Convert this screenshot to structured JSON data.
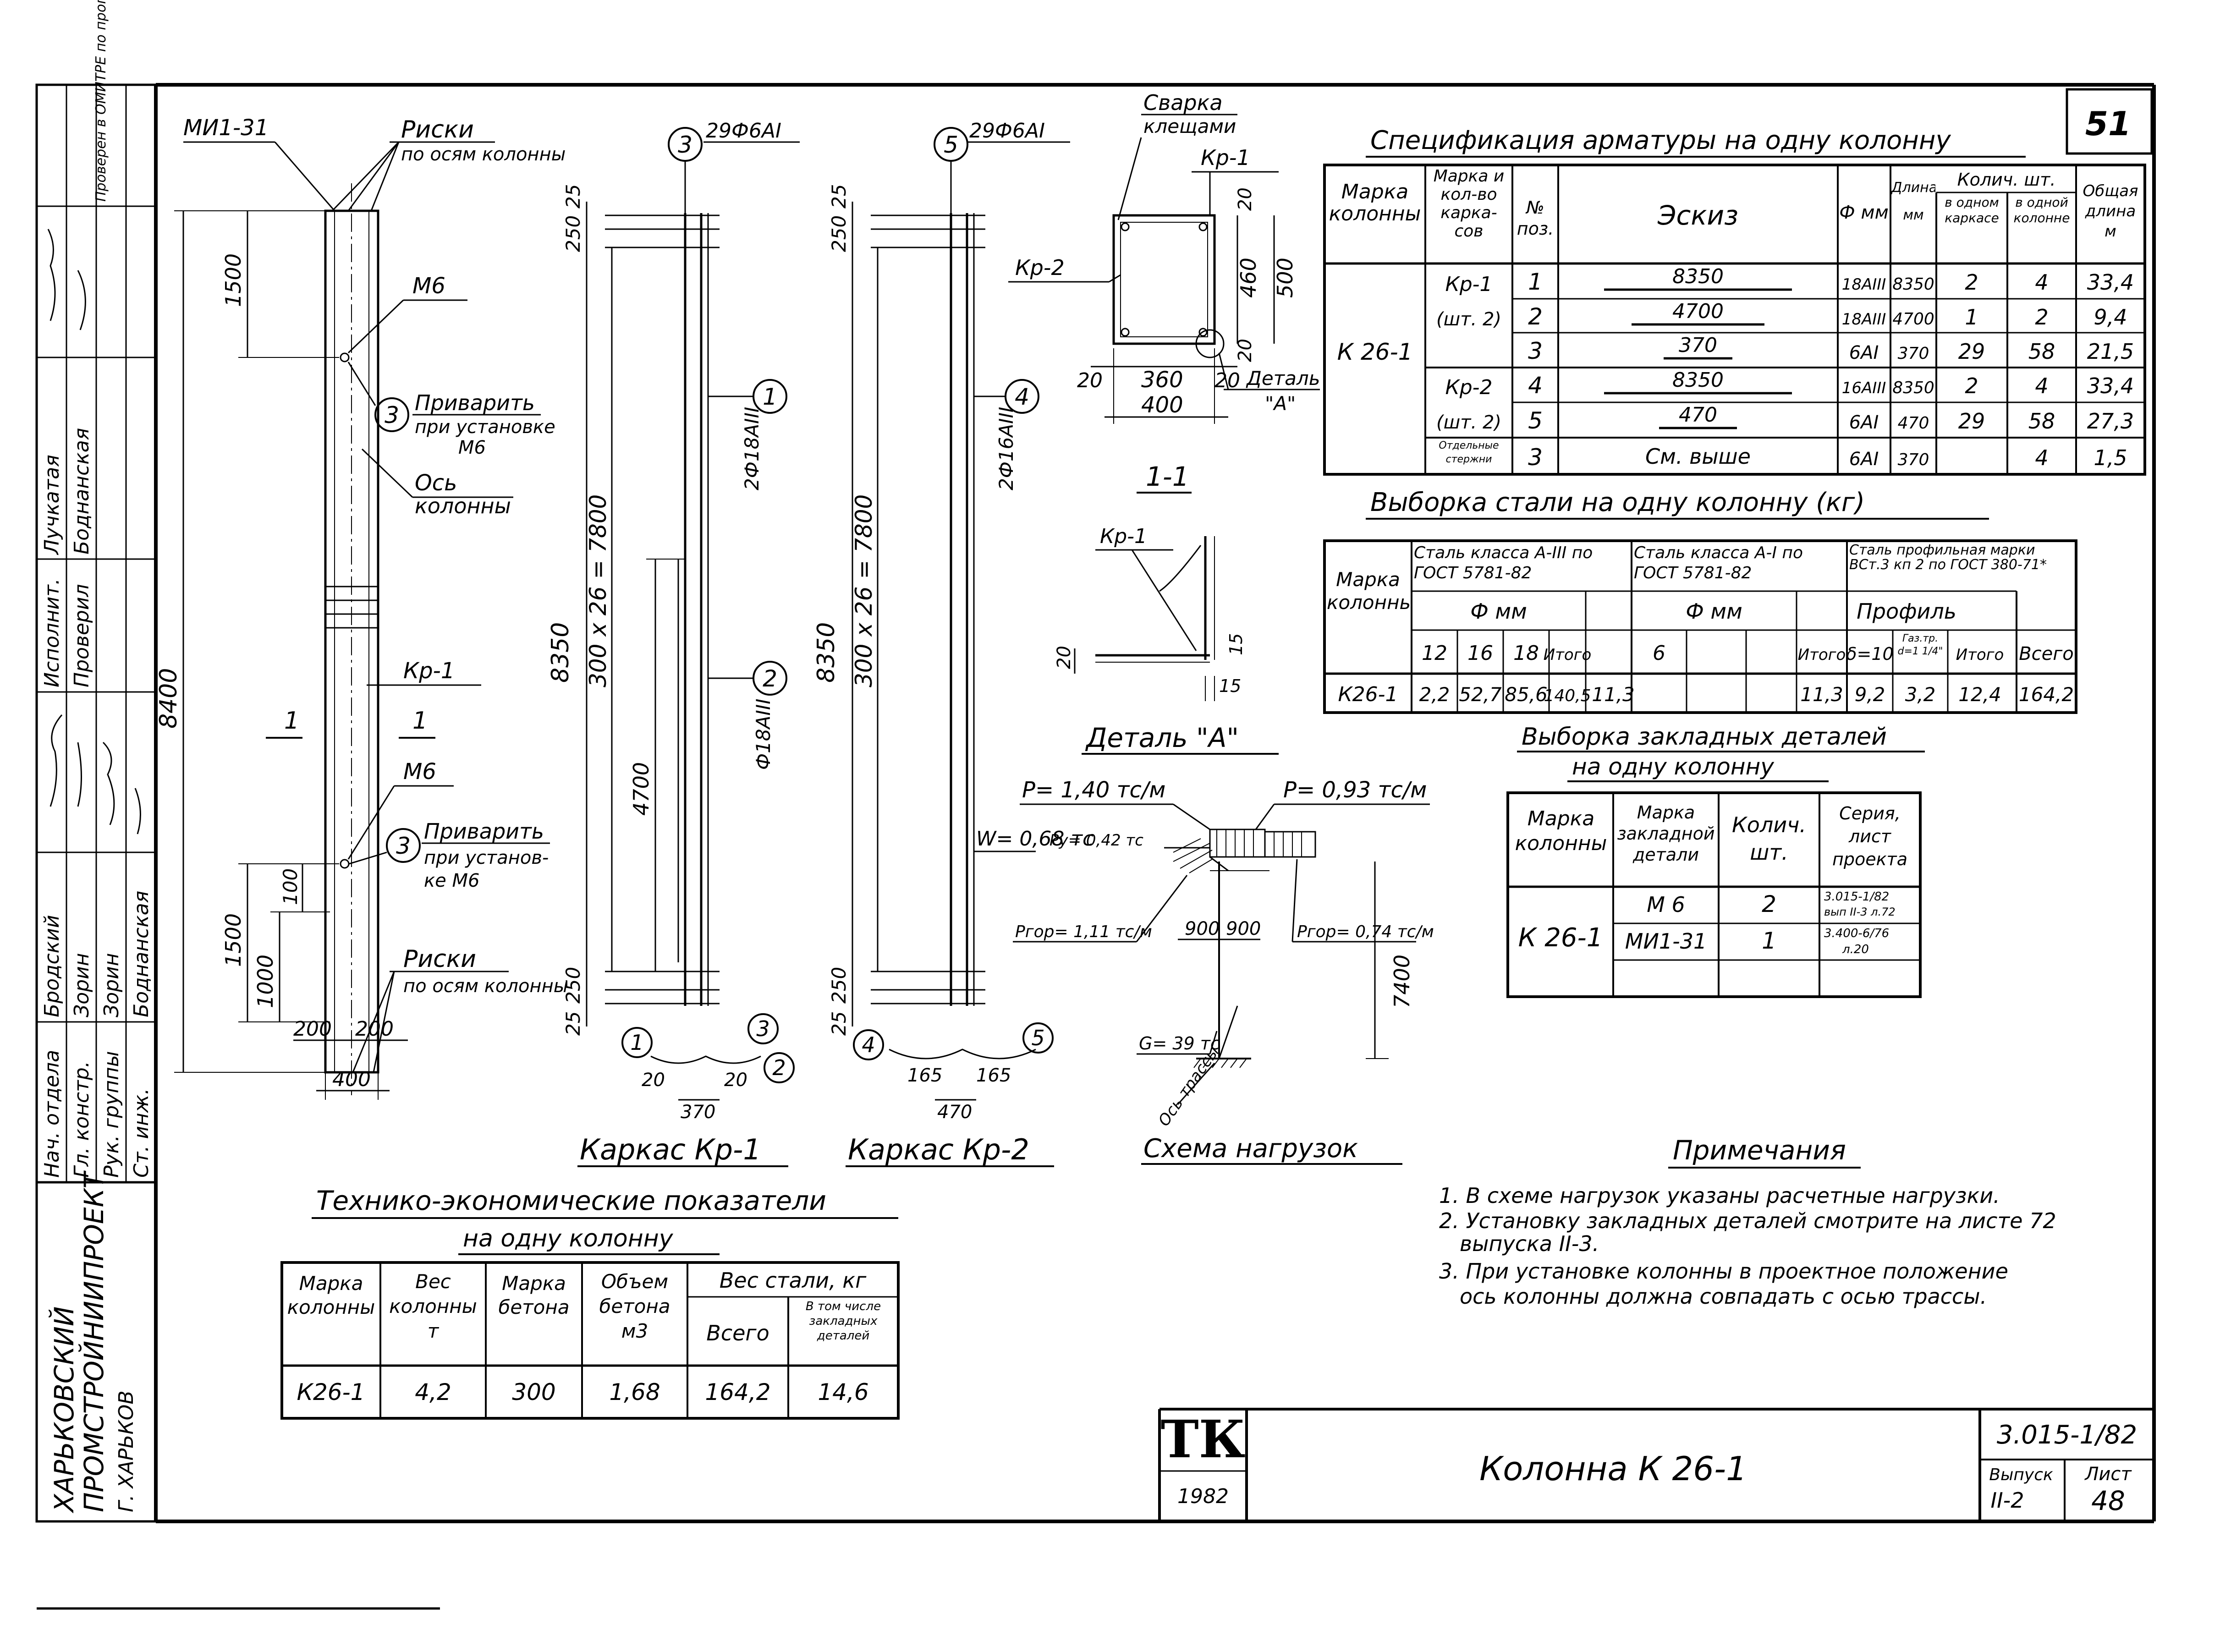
{
  "page_number": "51",
  "side_stamp": {
    "org_line1": "ХАРЬКОВСКИЙ",
    "org_line2": "ПРОМСТРОЙНИИПРОЕКТ",
    "org_line3": "Г. ХАРЬКОВ",
    "roles": [
      "Нач. отдела",
      "Гл. констр.",
      "Рук. группы",
      "Ст. инж."
    ],
    "names": [
      "Бродский",
      "Зорин",
      "Зорин",
      "Боднанская"
    ],
    "executor_label": "Исполнит.",
    "checker_label": "Проверил",
    "executor_name": "Лучкатая",
    "checker_name": "Боднанская",
    "top_note": "Проверен в ОМИТРЕ по программе КВС"
  },
  "elevation": {
    "top_mark": "МИ1-31",
    "riski_title": "Риски",
    "riski_sub": "по осям колонны",
    "m6": "М6",
    "weld_title": "Приварить",
    "weld_sub1": "при установке",
    "weld_sub2": "М6",
    "weld2_sub1": "при установ-",
    "weld2_sub2": "ке М6",
    "axis_title": "Ось",
    "axis_sub": "колонны",
    "kr1": "Кр-1",
    "section_mark": "1",
    "dim_total": "8400",
    "dim_top": "1500",
    "dim_bot1": "1500",
    "dim_bot2": "1000",
    "dim_bot3": "100",
    "dim_w1": "200",
    "dim_w2": "200",
    "dim_w": "400",
    "circle_label": "3"
  },
  "cage1": {
    "mark": "3",
    "bars": "29Ф6АI",
    "bar1": "2Ф18АIII",
    "bar2": "Ф18АIII",
    "pos1": "1",
    "pos2": "2",
    "pos3": "3",
    "dim_top": "250",
    "dim_25a": "25",
    "dim_mid": "300 х 26 = 7800",
    "dim_total": "8350",
    "dim_4700": "4700",
    "dim_bot": "250",
    "dim_25b": "25",
    "dim_20a": "20",
    "dim_20b": "20",
    "dim_370": "370",
    "title": "Каркас Кр-1"
  },
  "cage2": {
    "mark": "5",
    "bars": "29Ф6АI",
    "bar1": "2Ф16АIII",
    "pos4": "4",
    "pos5": "5",
    "dim_top": "250",
    "dim_25a": "25",
    "dim_mid": "300 х 26 = 7800",
    "dim_total": "8350",
    "dim_bot": "250",
    "dim_25b": "25",
    "dim_165a": "165",
    "dim_165b": "165",
    "dim_470": "470",
    "title": "Каркас Кр-2"
  },
  "section11": {
    "weld": "Сварка",
    "weld2": "клещами",
    "kr1": "Кр-1",
    "kr2": "Кр-2",
    "dim_20a": "20",
    "dim_460": "460",
    "dim_500": "500",
    "dim_20b": "20",
    "dim_20c": "20",
    "dim_360": "360",
    "dim_20d": "20",
    "dim_400": "400",
    "detail": "Деталь",
    "detail_a": "\"А\"",
    "title": "1-1"
  },
  "detailA": {
    "kr1": "Кр-1",
    "dim_20": "20",
    "dim_15a": "15",
    "dim_15b": "15",
    "title": "Деталь \"А\""
  },
  "loads": {
    "p1": "Р= 1,40 тс/м",
    "p2": "Р= 0,93 тс/м",
    "w": "W= 0,68 тс",
    "py": "Ру= 0,42 тс",
    "pgor1": "Ргор= 1,11 тс/м",
    "pgor2": "Ргор= 0,74 тс/м",
    "d900a": "900",
    "d900b": "900",
    "d7400": "7400",
    "g": "G= 39 тс",
    "axis": "Ось трассы",
    "title": "Схема нагрузок"
  },
  "spec": {
    "title": "Спецификация арматуры на одну колонну",
    "h_mark": "Марка колонны",
    "h_cage": "Марка и кол-во карка-сов",
    "h_no": "№ поз.",
    "h_sketch": "Эскиз",
    "h_phi": "Ф мм",
    "h_len": "Длина мм",
    "h_qty": "Колич. шт.",
    "h_qty1": "в одном каркасе",
    "h_qty2": "в одной колонне",
    "h_total": "Общая длина м",
    "column": "К 26-1",
    "rows": [
      {
        "cage": "Кр-1",
        "no": "1",
        "sketch": "8350",
        "phi": "18АIII",
        "len": "8350",
        "q1": "2",
        "q2": "4",
        "tot": "33,4"
      },
      {
        "cage": "(шт. 2)",
        "no": "2",
        "sketch": "4700",
        "phi": "18АIII",
        "len": "4700",
        "q1": "1",
        "q2": "2",
        "tot": "9,4"
      },
      {
        "cage": "",
        "no": "3",
        "sketch": "370",
        "phi": "6АI",
        "len": "370",
        "q1": "29",
        "q2": "58",
        "tot": "21,5"
      },
      {
        "cage": "Кр-2",
        "no": "4",
        "sketch": "8350",
        "phi": "16АIII",
        "len": "8350",
        "q1": "2",
        "q2": "4",
        "tot": "33,4"
      },
      {
        "cage": "(шт. 2)",
        "no": "5",
        "sketch": "470",
        "phi": "6АI",
        "len": "470",
        "q1": "29",
        "q2": "58",
        "tot": "27,3"
      },
      {
        "cage": "Отдельные стержни",
        "no": "3",
        "sketch": "См. выше",
        "phi": "6АI",
        "len": "370",
        "q1": "",
        "q2": "4",
        "tot": "1,5"
      }
    ]
  },
  "steel": {
    "title": "Выборка стали на одну колонну (кг)",
    "h_mark": "Марка колонны",
    "h_a3": "Сталь класса А-III по ГОСТ 5781-82",
    "h_a1": "Сталь класса А-I по ГОСТ 5781-82",
    "h_prof": "Сталь профильная марки ВСт.3 кп 2 по ГОСТ 380-71*",
    "h_phi1": "Ф мм",
    "h_phi2": "Ф мм",
    "h_profile": "Профиль",
    "c12": "12",
    "c16": "16",
    "c18": "18",
    "c_itog1": "Итого",
    "c6": "6",
    "c_itog2": "Итого",
    "c_d10": "δ=10",
    "c_pipe": "Газ.тр. d=1 1/4\"",
    "c_itog3": "Итого",
    "c_all": "Всего",
    "row": {
      "mark": "К26-1",
      "v12": "2,2",
      "v16": "52,7",
      "v18": "85,6",
      "i1": "140,5",
      "v6": "11,3",
      "i2": "11,3",
      "d10": "9,2",
      "pipe": "3,2",
      "i3": "12,4",
      "all": "164,2"
    }
  },
  "embed": {
    "title1": "Выборка закладных деталей",
    "title2": "на одну колонну",
    "h_mark": "Марка колонны",
    "h_det": "Марка закладной детали",
    "h_qty": "Колич. шт.",
    "h_ser": "Серия, лист проекта",
    "column": "К 26-1",
    "rows": [
      {
        "det": "М 6",
        "qty": "2",
        "ser1": "3.015-1/82",
        "ser2": "вып II-3 л.72"
      },
      {
        "det": "МИ1-31",
        "qty": "1",
        "ser1": "3.400-6/76",
        "ser2": "л.20"
      }
    ]
  },
  "tep": {
    "title1": "Технико-экономические показатели",
    "title2": "на одну колонну",
    "h_mark": "Марка колонны",
    "h_w": "Вес колонны т",
    "h_conc": "Марка бетона",
    "h_vol": "Объем бетона м3",
    "h_steel": "Вес стали, кг",
    "h_all": "Всего",
    "h_incl": "В том числе закладных деталей",
    "row": {
      "mark": "К26-1",
      "w": "4,2",
      "conc": "300",
      "vol": "1,68",
      "all": "164,2",
      "incl": "14,6"
    }
  },
  "notes": {
    "title": "Примечания",
    "items": [
      "1. В схеме нагрузок указаны расчетные нагрузки.",
      "2. Установку закладных деталей смотрите на листе 72",
      "выпуска II-3.",
      "3. При установке колонны в проектное положение",
      "ось колонны должна совпадать с осью трассы."
    ]
  },
  "titleblock": {
    "logo": "ТК",
    "year": "1982",
    "name": "Колонна К 26-1",
    "code": "3.015-1/82",
    "issue_label": "Выпуск",
    "issue": "II-2",
    "sheet_label": "Лист",
    "sheet": "48"
  }
}
